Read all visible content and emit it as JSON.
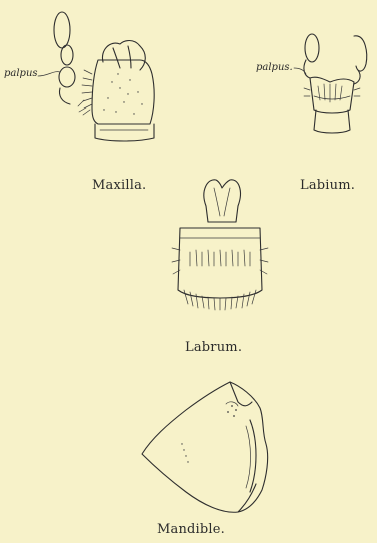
{
  "figures": {
    "maxilla": {
      "caption": "Maxilla.",
      "label": "palpus"
    },
    "labium": {
      "caption": "Labium.",
      "label": "palpus."
    },
    "labrum": {
      "caption": "Labrum."
    },
    "mandible": {
      "caption": "Mandible."
    }
  }
}
